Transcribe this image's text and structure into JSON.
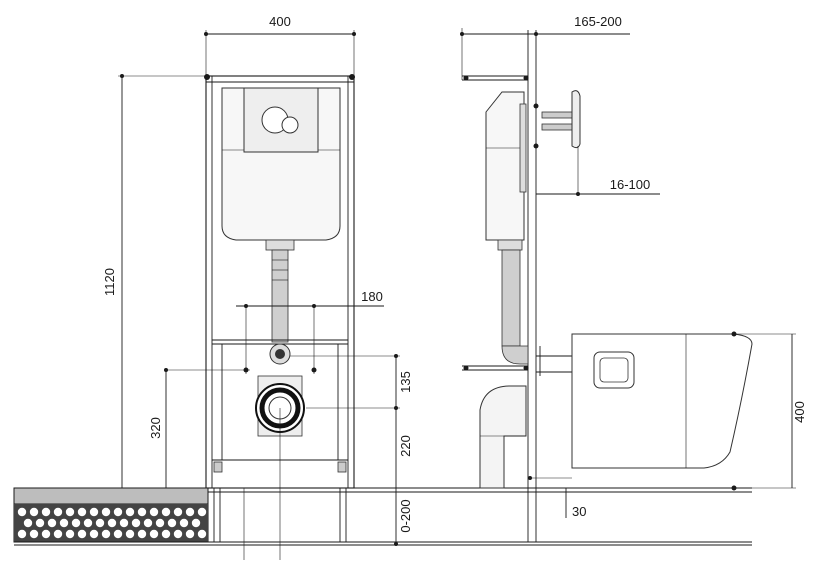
{
  "dimensions": {
    "width_total": "400",
    "height_total": "1120",
    "outlet_spacing": "180",
    "outlet_height": "320",
    "pipe_spacing": "135",
    "drain_height": "220",
    "floor_adjust": "0-200",
    "wall_distance": "165-200",
    "depth_range": "16-100",
    "bowl_height": "400",
    "floor_gap": "30"
  }
}
